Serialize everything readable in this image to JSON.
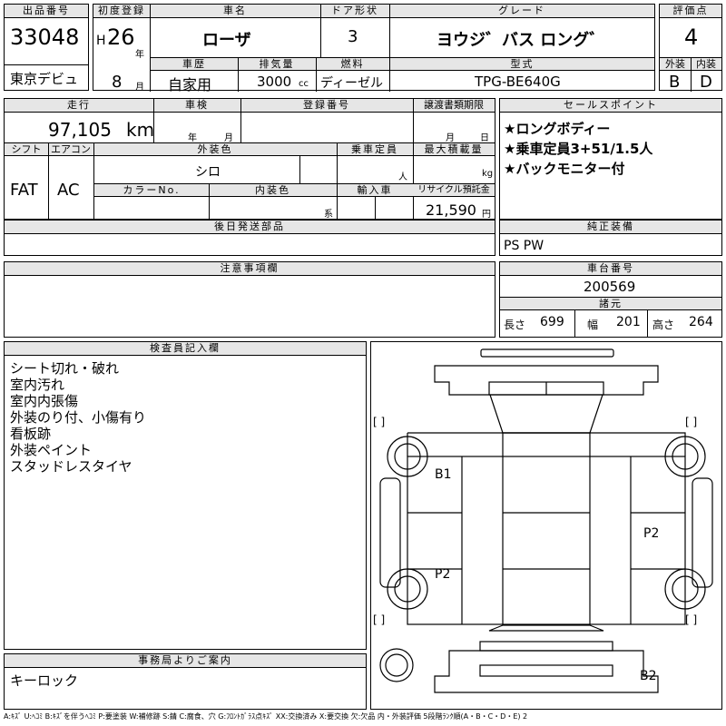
{
  "header": {
    "lot_label": "出品番号",
    "lot_number": "33048",
    "debut": "東京デビュ",
    "reg_label": "初度登録",
    "era": "H",
    "reg_year": "26",
    "year_unit": "年",
    "reg_month": "8",
    "month_unit": "月",
    "name_label": "車名",
    "name": "ローザ",
    "door_label": "ドア形状",
    "doors": "3",
    "grade_label": "グレード",
    "grade": "ヨウジ゛バス ロング゛",
    "score_label": "評価点",
    "score": "4",
    "history_label": "車歴",
    "history": "自家用",
    "disp_label": "排気量",
    "displacement": "3000",
    "disp_unit": "cc",
    "fuel_label": "燃料",
    "fuel": "ディーゼル",
    "model_label": "型式",
    "model": "TPG-BE640G",
    "ext_label": "外装",
    "ext_grade": "B",
    "int_label": "内装",
    "int_grade": "D"
  },
  "details": {
    "mileage_label": "走行",
    "mileage": "97,105",
    "mileage_unit": "km",
    "inspection_label": "車検",
    "insp_year": "年",
    "insp_month": "月",
    "plate_label": "登録番号",
    "transfer_label": "譲渡書類期限",
    "tr_month": "月",
    "tr_day": "日",
    "shift_label": "シフト",
    "shift": "FAT",
    "ac_label": "エアコン",
    "ac": "AC",
    "color_label": "外装色",
    "color": "シロ",
    "capacity_label": "乗車定員",
    "capacity_unit": "人",
    "load_label": "最大積載量",
    "load_unit": "kg",
    "colorno_label": "カラーNo.",
    "interior_label": "内装色",
    "interior_unit": "系",
    "import_label": "輸入車",
    "recycle_label": "リサイクル預託金",
    "recycle": "21,590",
    "recycle_unit": "円",
    "later_label": "後日発送部品",
    "notes_label": "注意事項欄"
  },
  "sales": {
    "label": "セールスポイント",
    "points": [
      "★ロングボディー",
      "★乗車定員3+51/1.5人",
      "★バックモニター付"
    ],
    "genuine_label": "純正装備",
    "genuine": "PS PW"
  },
  "chassis": {
    "label": "車台番号",
    "number": "200569",
    "dims_label": "諸元",
    "length_label": "長さ",
    "length": "699",
    "width_label": "幅",
    "width": "201",
    "height_label": "高さ",
    "height": "264"
  },
  "inspector": {
    "label": "検査員記入欄",
    "lines": [
      "シート切れ・破れ",
      "室内汚れ",
      "室内内張傷",
      "外装のり付、小傷有り",
      "看板跡",
      "外装ペイント",
      "スタッドレスタイヤ"
    ]
  },
  "office": {
    "label": "事務局よりご案内",
    "text": "キーロック"
  },
  "diagram": {
    "marks": [
      "B1",
      "P2",
      "P2",
      "B2"
    ]
  },
  "legend": "A:ｷｽﾞ U:ﾍｺﾐ B:ｷｽﾞを伴うﾍｺﾐ P:要塗装 W:補修跡 S:錆 C:腐食、穴 G:ﾌﾛﾝﾄｶﾞﾗｽ点ｷｽﾞ XX:交換済み X:要交換 欠:欠品 内・外装評価 5段階ﾗﾝｸ順(A・B・C・D・E) 2"
}
